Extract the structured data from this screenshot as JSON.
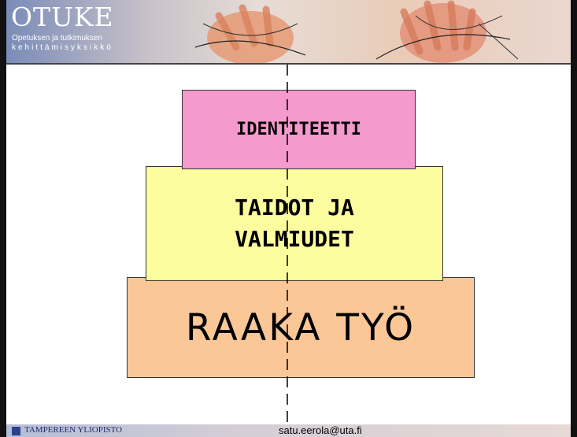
{
  "header": {
    "logo_text": "OTUKE",
    "logo_subtitle_1": "Opetuksen ja tutkimuksen",
    "logo_subtitle_2": "kehittämisyksikkö"
  },
  "diagram": {
    "layers": [
      {
        "id": "identity",
        "label": "IDENTITEETTI",
        "color": "#f59acc"
      },
      {
        "id": "skills",
        "label": "TAIDOT JA\nVALMIUDET",
        "color": "#fbfd9e"
      },
      {
        "id": "raw",
        "label": "RAAKA TYÖ",
        "color": "#fcc797"
      }
    ]
  },
  "footer": {
    "institution": "TAMPEREEN YLIOPISTO",
    "email": "satu.eerola@uta.fi"
  }
}
